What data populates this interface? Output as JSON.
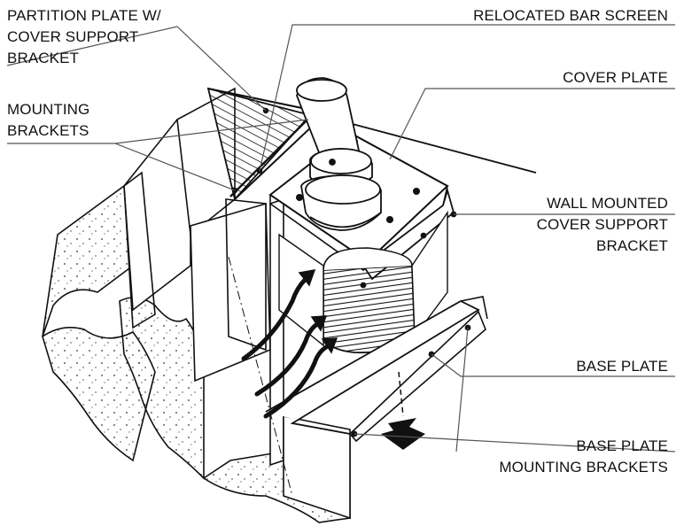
{
  "labels": {
    "partition_plate": [
      "PARTITION PLATE W/",
      "COVER SUPPORT",
      "BRACKET"
    ],
    "mounting_brackets": [
      "MOUNTING",
      "BRACKETS"
    ],
    "relocated_bar_screen": "RELOCATED BAR SCREEN",
    "cover_plate": "COVER PLATE",
    "wall_mounted_bracket": [
      "WALL MOUNTED",
      "COVER SUPPORT",
      "BRACKET"
    ],
    "base_plate": "BASE PLATE",
    "base_plate_mounting": [
      "BASE PLATE",
      "MOUNTING BRACKETS"
    ]
  },
  "colors": {
    "ink": "#111111",
    "leader": "#555555",
    "paper": "#ffffff"
  }
}
